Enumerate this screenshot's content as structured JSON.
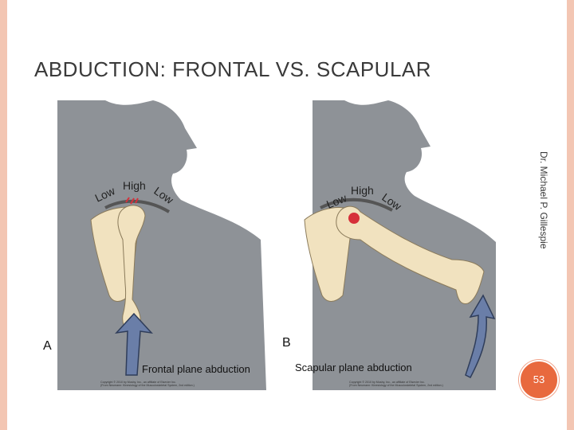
{
  "slide": {
    "title": "ABDUCTION:  FRONTAL VS. SCAPULAR",
    "author": "Dr. Michael P. Gillespie",
    "page_number": "53"
  },
  "figure": {
    "panels": [
      {
        "letter": "A",
        "caption": "Frontal plane abduction",
        "labels": {
          "left": "Low",
          "center": "High",
          "right": "Low"
        },
        "copyright_line1": "Copyright © 2010 by Mosby, Inc., an affiliate of Elsevier Inc.",
        "copyright_line2": "(From Neumann: Kinesiology of the Musculoskeletal System, 2nd edition.)"
      },
      {
        "letter": "B",
        "caption": "Scapular plane abduction",
        "labels": {
          "left": "Low",
          "center": "High",
          "right": "Low"
        },
        "copyright_line1": "Copyright © 2010 by Mosby, Inc., an affiliate of Elsevier Inc.",
        "copyright_line2": "(From Neumann: Kinesiology of the Musculoskeletal System, 2nd edition.)"
      }
    ]
  },
  "colors": {
    "background_border": "#f3c6b3",
    "body_silhouette": "#8e9297",
    "bone": "#f1e2bf",
    "impingement_red": "#d6303a",
    "arrow_blue": "#6a7ea8",
    "page_badge": "#e8693e"
  }
}
